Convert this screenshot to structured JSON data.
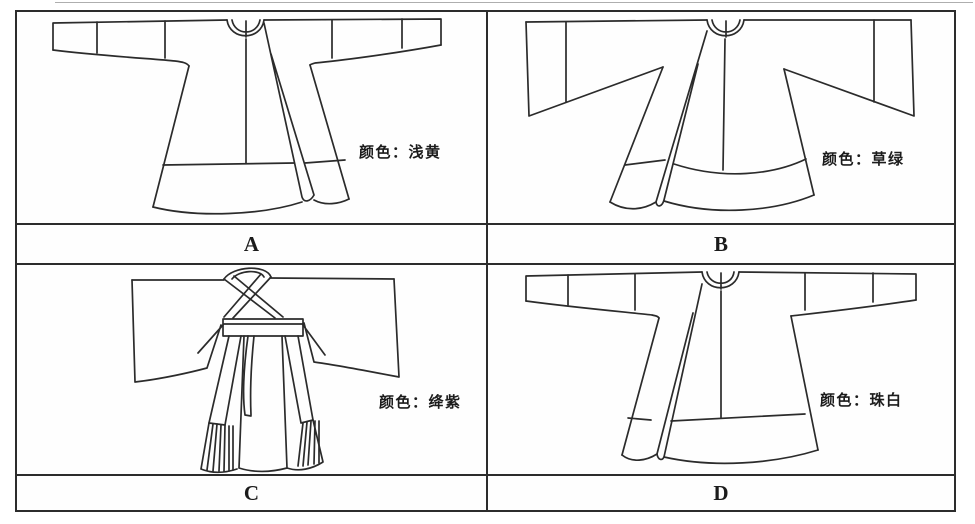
{
  "figure": {
    "kind": "clothing-options-figure",
    "panels": [
      {
        "letter": "A",
        "color_label": "颜色：浅黄",
        "color_name": "浅黄"
      },
      {
        "letter": "B",
        "color_label": "颜色：草绿",
        "color_name": "草绿"
      },
      {
        "letter": "C",
        "color_label": "颜色：绛紫",
        "color_name": "绛紫"
      },
      {
        "letter": "D",
        "color_label": "颜色：珠白",
        "color_name": "珠白"
      }
    ],
    "styles": {
      "line_color": "#2b2b2b",
      "border_color": "#2c2c2c",
      "background": "#ffffff"
    }
  }
}
